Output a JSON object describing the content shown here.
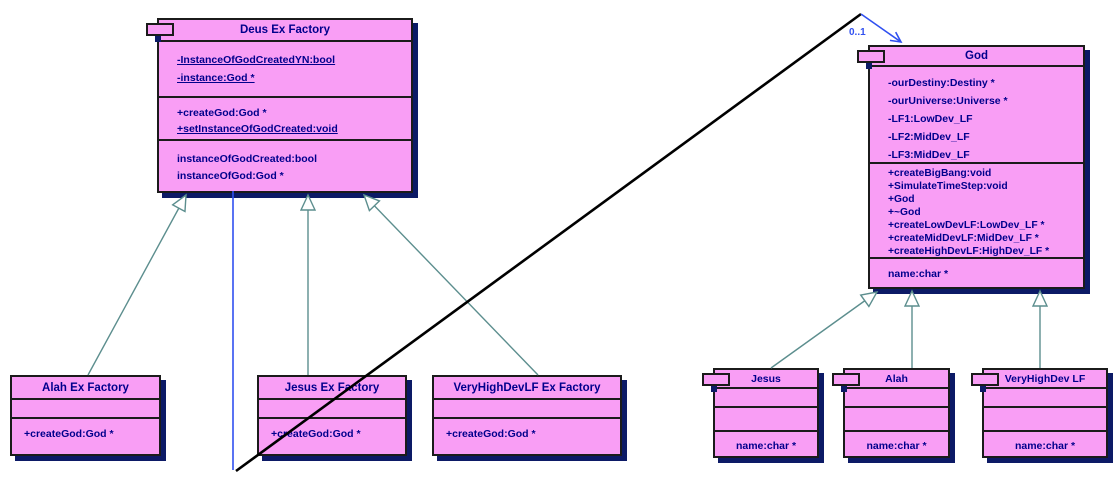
{
  "diagram_type": "uml-class-diagram",
  "colors": {
    "class_fill": "#f99ef5",
    "class_border": "#1b1b1b",
    "class_shadow": "#0c1a66",
    "text": "#00008c",
    "generalization_line": "#5c8e8e",
    "association_line": "#3050f0",
    "crossing_line": "#000000",
    "background": "#ffffff"
  },
  "association": {
    "multiplicity": "0..1",
    "from": "Deus Ex Factory",
    "to": "God"
  },
  "relationships": [
    {
      "type": "generalization",
      "from": "Alah Ex Factory",
      "to": "Deus Ex Factory"
    },
    {
      "type": "generalization",
      "from": "Jesus Ex Factory",
      "to": "Deus Ex Factory"
    },
    {
      "type": "generalization",
      "from": "VeryHighDevLF Ex Factory",
      "to": "Deus Ex Factory"
    },
    {
      "type": "generalization",
      "from": "Jesus",
      "to": "God"
    },
    {
      "type": "generalization",
      "from": "Alah",
      "to": "God"
    },
    {
      "type": "generalization",
      "from": "VeryHighDev LF",
      "to": "God"
    },
    {
      "type": "association",
      "from": "Deus Ex Factory",
      "to": "God",
      "multiplicity": "0..1"
    }
  ],
  "classes": {
    "deus_ex_factory": {
      "title": "Deus Ex Factory",
      "attributes": [
        "-InstanceOfGodCreatedYN:bool",
        "-instance:God *"
      ],
      "operations": [
        "+createGod:God *",
        "+setInstanceOfGodCreated:void"
      ],
      "properties": [
        "instanceOfGodCreated:bool",
        "instanceOfGod:God *"
      ],
      "static_members": [
        "-InstanceOfGodCreatedYN:bool",
        "-instance:God *",
        "+setInstanceOfGodCreated:void"
      ]
    },
    "alah_ex_factory": {
      "title": "Alah Ex Factory",
      "attributes": [],
      "operations": [
        "+createGod:God *"
      ]
    },
    "jesus_ex_factory": {
      "title": "Jesus Ex Factory",
      "attributes": [],
      "operations": [
        "+createGod:God *"
      ]
    },
    "veryhighdevlf_ex_factory": {
      "title": "VeryHighDevLF Ex Factory",
      "attributes": [],
      "operations": [
        "+createGod:God *"
      ]
    },
    "god": {
      "title": "God",
      "attributes": [
        "-ourDestiny:Destiny *",
        "-ourUniverse:Universe *",
        "-LF1:LowDev_LF",
        "-LF2:MidDev_LF",
        "-LF3:MidDev_LF"
      ],
      "operations": [
        "+createBigBang:void",
        "+SimulateTimeStep:void",
        "+God",
        "+~God",
        "+createLowDevLF:LowDev_LF *",
        "+createMidDevLF:MidDev_LF *",
        "+createHighDevLF:HighDev_LF *"
      ],
      "properties": [
        "name:char *"
      ]
    },
    "jesus": {
      "title": "Jesus",
      "attributes": [],
      "operations": [],
      "properties": [
        "name:char *"
      ]
    },
    "alah": {
      "title": "Alah",
      "attributes": [],
      "operations": [],
      "properties": [
        "name:char *"
      ]
    },
    "veryhighdev_lf": {
      "title": "VeryHighDev LF",
      "attributes": [],
      "operations": [],
      "properties": [
        "name:char *"
      ]
    }
  }
}
